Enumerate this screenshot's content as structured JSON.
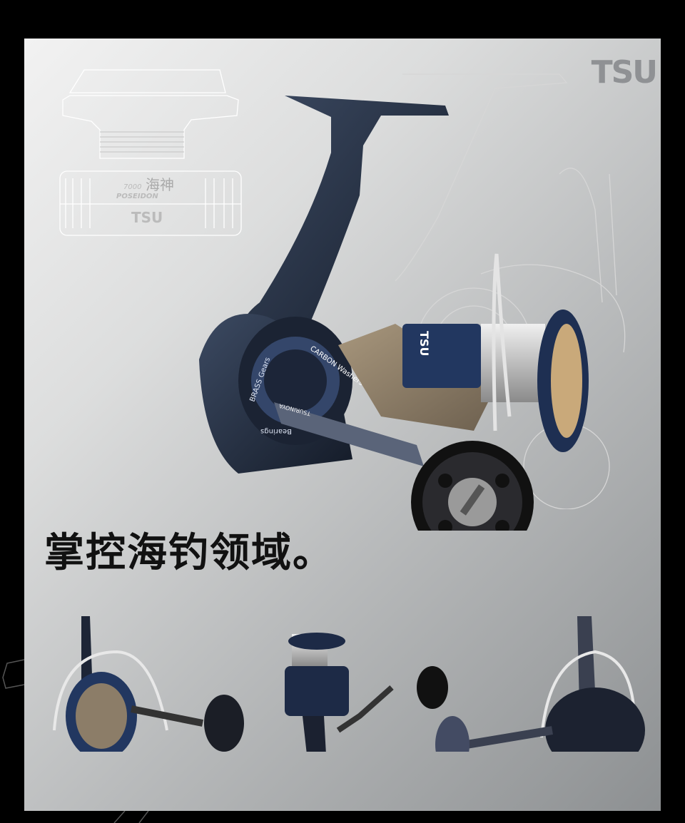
{
  "brand": {
    "logo": "TSU"
  },
  "spool_drawing": {
    "model_number": "7000",
    "model_name": "POSEIDON",
    "chinese_mark": "海神",
    "logo": "TSU"
  },
  "main_reel": {
    "side_plate_labels": [
      "BRASS Gears",
      "CARBON Washers",
      "Bearings"
    ],
    "handle_label": "TSURINOYA",
    "spool_logo": "TSU"
  },
  "headline": "掌控海钓领域。",
  "views": [
    {
      "name": "front-view"
    },
    {
      "name": "side-view"
    },
    {
      "name": "rear-view"
    }
  ],
  "colors": {
    "background": "#000000",
    "panel_light": "#f2f2f2",
    "panel_dark": "#8d9092",
    "reel_navy": "#1f2b45",
    "reel_gold": "#8c7d68"
  }
}
